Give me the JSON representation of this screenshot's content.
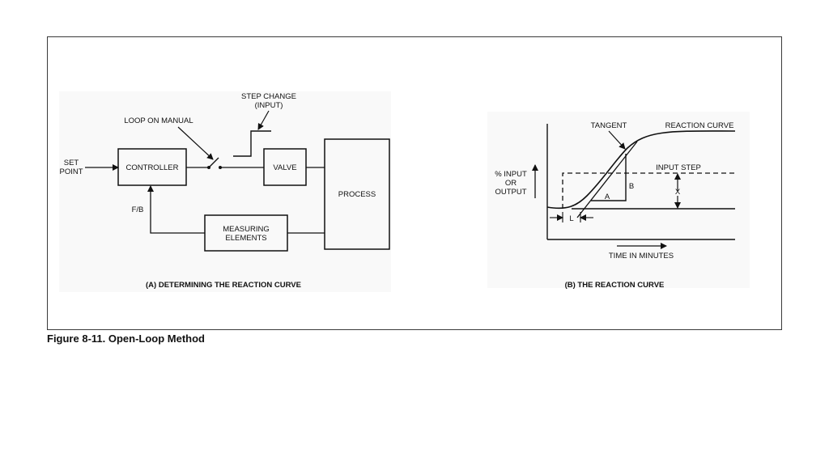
{
  "figure": {
    "caption": "Figure 8-11. Open-Loop Method"
  },
  "panel_a": {
    "caption": "(A) DETERMINING THE REACTION CURVE",
    "labels": {
      "set_point_line1": "SET",
      "set_point_line2": "POINT",
      "controller": "CONTROLLER",
      "loop_on_manual": "LOOP ON MANUAL",
      "step_change_line1": "STEP CHANGE",
      "step_change_line2": "(INPUT)",
      "valve": "VALVE",
      "process": "PROCESS",
      "feedback": "F/B",
      "measuring_line1": "MEASURING",
      "measuring_line2": "ELEMENTS"
    }
  },
  "panel_b": {
    "caption": "(B) THE REACTION CURVE",
    "labels": {
      "tangent": "TANGENT",
      "reaction_curve": "REACTION CURVE",
      "input_step": "INPUT STEP",
      "y_axis_line1": "% INPUT",
      "y_axis_line2": "OR",
      "y_axis_line3": "OUTPUT",
      "x_axis": "TIME IN MINUTES",
      "a": "A",
      "b": "B",
      "x": "X",
      "l": "L"
    }
  },
  "colors": {
    "ink": "#111111",
    "frame": "#3a3a3a",
    "panel_bg": "#f9f9f9"
  }
}
